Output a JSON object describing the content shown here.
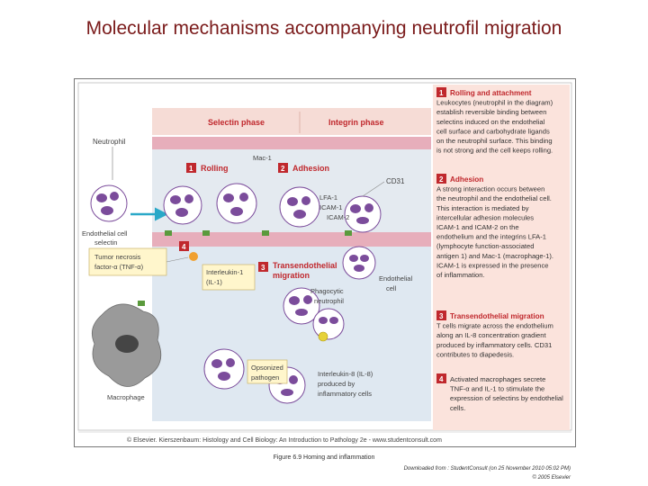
{
  "slide": {
    "title": "Molecular mechanisms accompanying neutrofil migration",
    "caption": "Figure 6.9 Homing and inflammation",
    "downloaded": "Downloaded from : StudentConsult (on 25 November 2010 05:02 PM)",
    "copyright": "© 2005 Elsevier"
  },
  "diagram": {
    "phases": {
      "selectin": "Selectin phase",
      "integrin": "Integrin phase"
    },
    "steps_diagram": {
      "s1": "Rolling",
      "s2": "Adhesion",
      "s3a": "Transendothelial",
      "s3b": "migration"
    },
    "labels": {
      "neutrophil": "Neutrophil",
      "endothelial_selectin_a": "Endothelial cell",
      "endothelial_selectin_b": "selectin",
      "mac1": "Mac-1",
      "cd31": "CD31",
      "lfa1": "LFA-1",
      "icam1": "ICAM-1",
      "icam2": "ICAM-2",
      "tnf_a": "Tumor necrosis",
      "tnf_b": "factor-α (TNF-α)",
      "il1_a": "Interleukin-1",
      "il1_b": "(IL-1)",
      "endo_cell_a": "Endothelial",
      "endo_cell_b": "cell",
      "phago_a": "Phagocytic",
      "phago_b": "neutrophil",
      "macrophage": "Macrophage",
      "opsonized_a": "Opsonized",
      "opsonized_b": "pathogen",
      "il8_a": "Interleukin-8 (IL-8)",
      "il8_b": "produced by",
      "il8_c": "inflammatory cells"
    },
    "copyright_line": "© Elsevier. Kierszenbaum: Histology and Cell Biology: An Introduction to Pathology 2e - www.studentconsult.com",
    "numbers": [
      "1",
      "2",
      "3",
      "4"
    ]
  },
  "legend": {
    "items": [
      {
        "num": "1",
        "heading": "Rolling and attachment",
        "lines": [
          "Leukocytes (neutrophil in the diagram)",
          "establish reversible binding between",
          "selectins induced on the endothelial",
          "cell surface and carbohydrate ligands",
          "on the neutrophil surface. This binding",
          "is not strong and the cell keeps rolling."
        ]
      },
      {
        "num": "2",
        "heading": "Adhesion",
        "lines": [
          "A strong interaction occurs between",
          "the neutrophil and the endothelial cell.",
          "This interaction is mediated by",
          "intercellular adhesion molecules",
          "ICAM-1 and ICAM-2 on the",
          "endothelium and the integrins LFA-1",
          "(lymphocyte function-associated",
          "antigen 1) and Mac-1 (macrophage-1).",
          "ICAM-1 is expressed in the presence",
          "of inflammation."
        ]
      },
      {
        "num": "3",
        "heading": "Transendothelial migration",
        "lines": [
          "T cells migrate across the endothelium",
          "along an IL-8 concentration gradient",
          "produced by inflammatory cells. CD31",
          "contributes to diapedesis."
        ]
      },
      {
        "num": "4",
        "heading": "",
        "lines": [
          "Activated macrophages secrete",
          "TNF-α and IL-1 to stimulate the",
          "expression of selectins by endothelial",
          "cells."
        ]
      }
    ]
  },
  "colors": {
    "title": "#7a1a1a",
    "step_red": "#c0282d",
    "phase_band": "#f6dcd6",
    "legend_bg": "#fbe3dc",
    "endothelium": "#e7aebb",
    "vessel": "#e4eaf0",
    "tissue": "#dfe8f1",
    "neutrophil": "#7b4c9b",
    "arrow_blue": "#2aa8c8",
    "label_box": "#fff6cc"
  }
}
